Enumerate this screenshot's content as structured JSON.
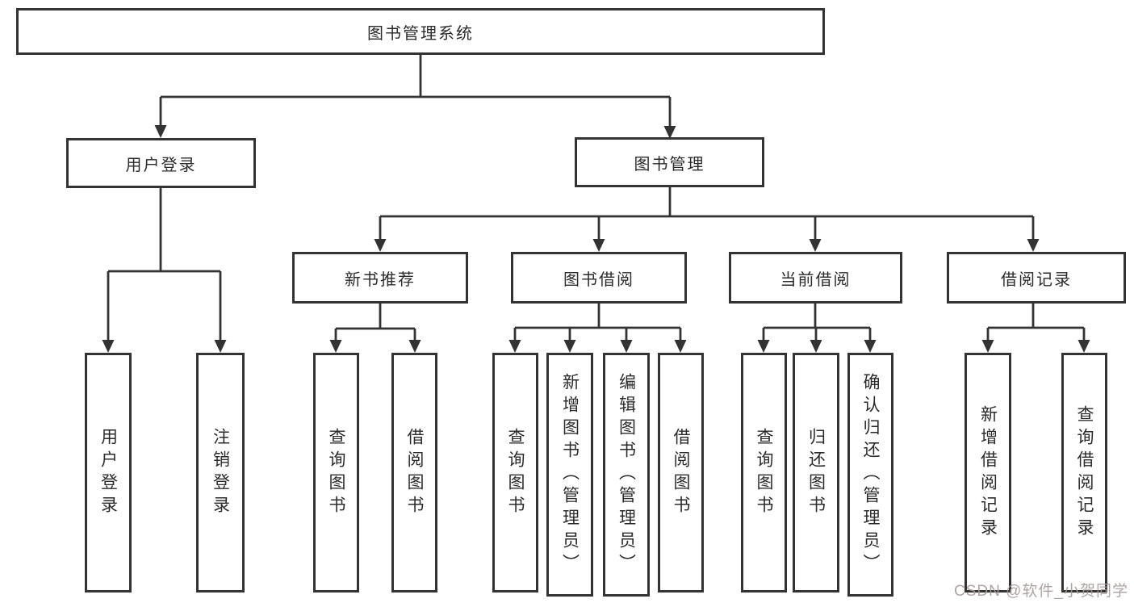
{
  "diagram": {
    "watermark": "CSDN @软件_小贺同学",
    "colors": {
      "line": "#333333",
      "node_border": "#333333",
      "node_text": "#2b2b2b",
      "watermark_text": "#a69898",
      "background": "#ffffff"
    },
    "tree": {
      "label": "图书管理系统",
      "children": [
        {
          "label": "用户登录",
          "children": [
            {
              "label": "用户登录"
            },
            {
              "label": "注销登录"
            }
          ]
        },
        {
          "label": "图书管理",
          "children": [
            {
              "label": "新书推荐",
              "children": [
                {
                  "label": "查询图书"
                },
                {
                  "label": "借阅图书"
                }
              ]
            },
            {
              "label": "图书借阅",
              "children": [
                {
                  "label": "查询图书"
                },
                {
                  "label": "新增图书（管理员）"
                },
                {
                  "label": "编辑图书（管理员）"
                },
                {
                  "label": "借阅图书"
                }
              ]
            },
            {
              "label": "当前借阅",
              "children": [
                {
                  "label": "查询图书"
                },
                {
                  "label": "归还图书"
                },
                {
                  "label": "确认归还（管理员）"
                }
              ]
            },
            {
              "label": "借阅记录",
              "children": [
                {
                  "label": "新增借阅记录"
                },
                {
                  "label": "查询借阅记录"
                }
              ]
            }
          ]
        }
      ]
    }
  }
}
